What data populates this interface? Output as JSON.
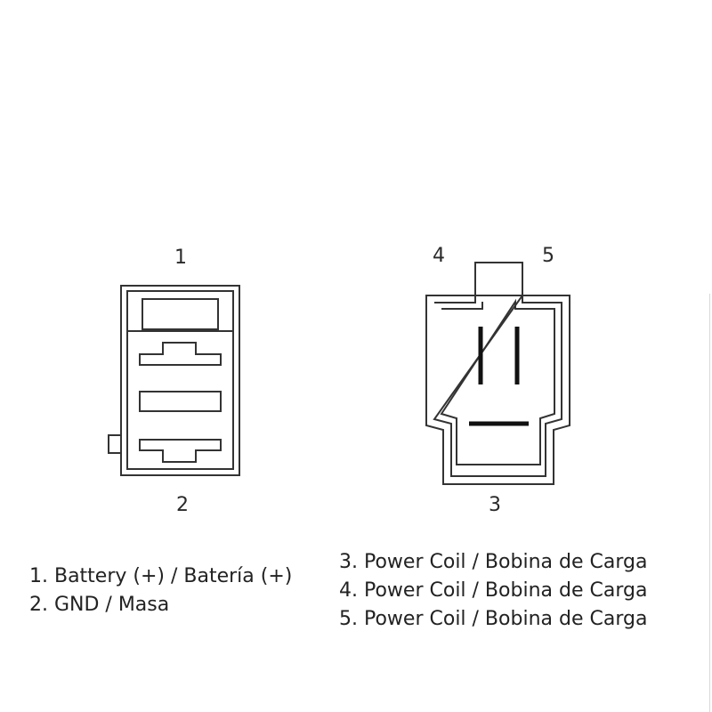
{
  "connector_left": {
    "pin_top_label": "1",
    "pin_bottom_label": "2"
  },
  "connector_right": {
    "pin_top_left_label": "4",
    "pin_top_right_label": "5",
    "pin_bottom_label": "3"
  },
  "legend_left": [
    "1. Battery (+) / Batería (+)",
    "2. GND / Masa"
  ],
  "legend_right": [
    "3. Power Coil / Bobina de Carga",
    "4. Power Coil / Bobina de Carga",
    "5. Power Coil / Bobina de Carga"
  ],
  "colors": {
    "line": "#333333",
    "pin": "#111111",
    "background": "#ffffff"
  }
}
